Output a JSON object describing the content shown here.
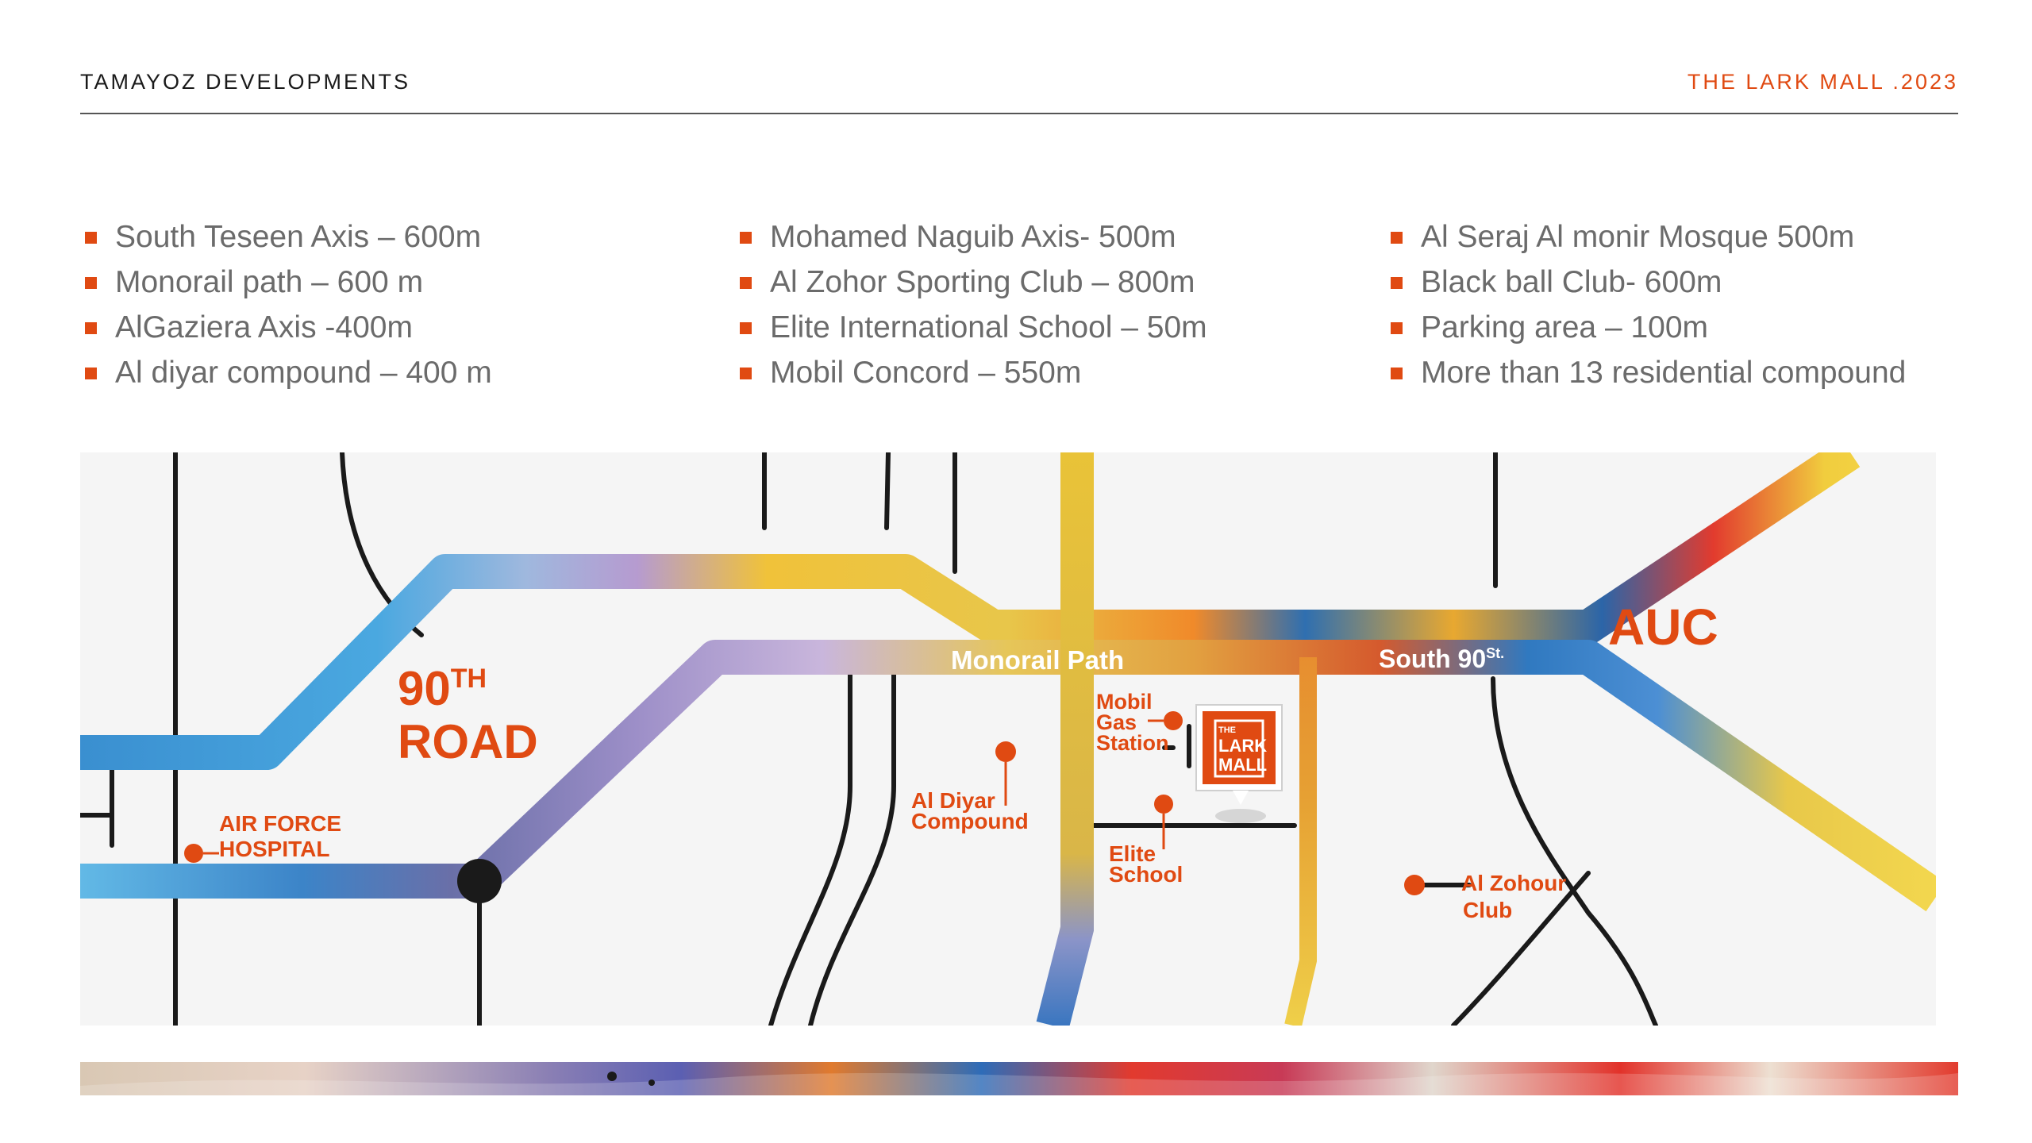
{
  "header": {
    "left_title": "TAMAYOZ DEVELOPMENTS",
    "right_title": "THE LARK MALL .2023",
    "accent_color": "#e04a12"
  },
  "distances": {
    "columns": [
      [
        "South Teseen Axis – 600m",
        "Monorail path – 600 m",
        "AlGaziera Axis -400m",
        "Al diyar compound – 400 m"
      ],
      [
        "Mohamed Naguib Axis- 500m",
        "Al Zohor Sporting Club – 800m",
        "Elite International School – 50m",
        "Mobil Concord – 550m"
      ],
      [
        "Al Seraj Al monir Mosque 500m",
        "Black ball Club-  600m",
        "Parking area – 100m",
        "More than 13 residential compound"
      ]
    ]
  },
  "map": {
    "road_90th_line1": "90",
    "road_90th_sup": "TH",
    "road_90th_line2": "ROAD",
    "monorail_label": "Monorail Path",
    "south90_label": "South 90",
    "south90_sup": "St.",
    "auc_label": "AUC",
    "air_force_line1": "AIR FORCE",
    "air_force_line2": "HOSPITAL",
    "al_diyar_line1": "Al Diyar",
    "al_diyar_line2": "Compound",
    "mobil_line1": "Mobil",
    "mobil_line2": "Gas",
    "mobil_line3": "Station",
    "elite_line1": "Elite",
    "elite_line2": "School",
    "al_zohour_line1": "Al Zohour",
    "al_zohour_line2": "Club",
    "logo_line1": "THE",
    "logo_line2": "LARK",
    "logo_line3": "MALL",
    "label_color": "#e04a12",
    "road_outline_color": "#1a1a1a"
  }
}
